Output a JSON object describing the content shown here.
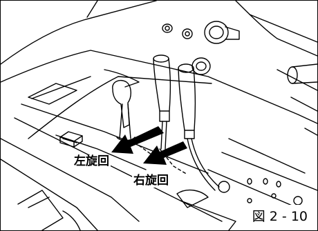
{
  "labels": {
    "left_turn": "左旋回",
    "right_turn": "右旋回"
  },
  "caption": "図 2 - 10",
  "colors": {
    "line": "#000000",
    "background": "#ffffff"
  }
}
